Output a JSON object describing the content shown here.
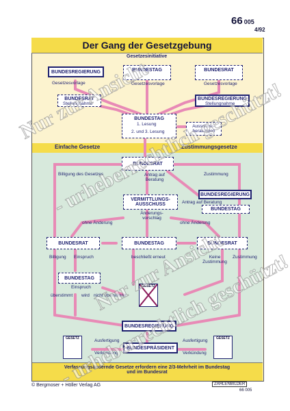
{
  "header": {
    "number": "66",
    "series": "005",
    "date": "4/92"
  },
  "title": "Der Gang der Gesetzgebung",
  "initiative": "Gesetzesinitiative",
  "boxes": {
    "bundesregierung_top": "BUNDESREGIERUNG",
    "bundestag_top": "BUNDESTAG",
    "bundesrat_top": "BUNDESRAT",
    "bundesrat_stellung": "BUNDESRAT",
    "bundesregierung_stellung": "BUNDESREGIERUNG",
    "bundestag_mid": "BUNDESTAG",
    "lesung1": "1. Lesung",
    "lesung23": "2. und 3. Lesung",
    "ausschuss": "Ausschuss-beratungen",
    "bundesrat_center": "BUNDESRAT",
    "vermittlung": "VERMITTLUNGS-AUSSCHUSS",
    "bundesregierung_right": "BUNDESREGIERUNG",
    "bundestag_right": "BUNDESTAG",
    "bundesrat_left": "BUNDESRAT",
    "bundestag_center": "BUNDESTAG",
    "bundesrat_right": "BUNDESRAT",
    "bundestag_left": "BUNDESTAG",
    "gesetz_crossed": "GESETZ",
    "bundesregierung_bottom": "BUNDESREGIERUNG",
    "bundespraesident": "BUNDESPRÄSIDENT"
  },
  "labels": {
    "gesetzesvorlage_left": "Gesetzesvorlage",
    "gesetzesvorlage_mid": "Gesetzesvorlage",
    "gesetzesvorlage_right": "Gesetzesvorlage",
    "stellungnahme_left": "Stellungnahme",
    "stellungnahme_right": "Stellungnahme",
    "einfache": "Einfache Gesetze",
    "zustimmung": "Zustimmungsgesetze",
    "billigung_des": "Billigung des Gesetzes",
    "zustimmung_right": "Zustimmung",
    "antrag_auf_beratung": "Antrag auf Beratung",
    "antrag_auf_beratung_right": "Antrag auf Beratung",
    "aenderungs": "Änderungs-vorschlag",
    "ohne_aenderung_left": "ohne Änderung",
    "ohne_aenderung_right": "ohne Änderung",
    "billigung": "Billigung",
    "einspruch": "Einspruch",
    "beschliesst": "beschließt erneut",
    "keine_zustimmung": "Keine Zustimmung",
    "zustimmung2": "Zustimmung",
    "einspruch2": "Einspruch",
    "ueberstimmt": "überstimmt",
    "wird": "wird",
    "nicht_ueberstimmt": "nicht überstimmt",
    "ausfertigung_l": "Ausfertigung",
    "verkuendung_l": "Verkündung",
    "ausfertigung_r": "Ausfertigung",
    "verkuendung_r": "Verkündung",
    "gesetz_doc_l": "GESETZ",
    "gesetz_doc_r": "GESETZ"
  },
  "footer": "Verfassungsändernde Gesetze erfordern eine 2/3-Mehrheit im Bundestag und im Bundesrat",
  "copyright": "© Bergmoser + Höller Verlag AG",
  "badge": "ZAHLENBILDER",
  "badge_num": "66 005",
  "watermark": [
    "Nur zur Ansicht",
    "- urheberrechtlich geschützt!"
  ],
  "colors": {
    "arrow": "#e88ab6",
    "box_text": "#1c1f6e",
    "yellow": "#f5dc4a",
    "upper_bg": "#fcf3cf",
    "lower_bg": "#d7e9dc"
  }
}
